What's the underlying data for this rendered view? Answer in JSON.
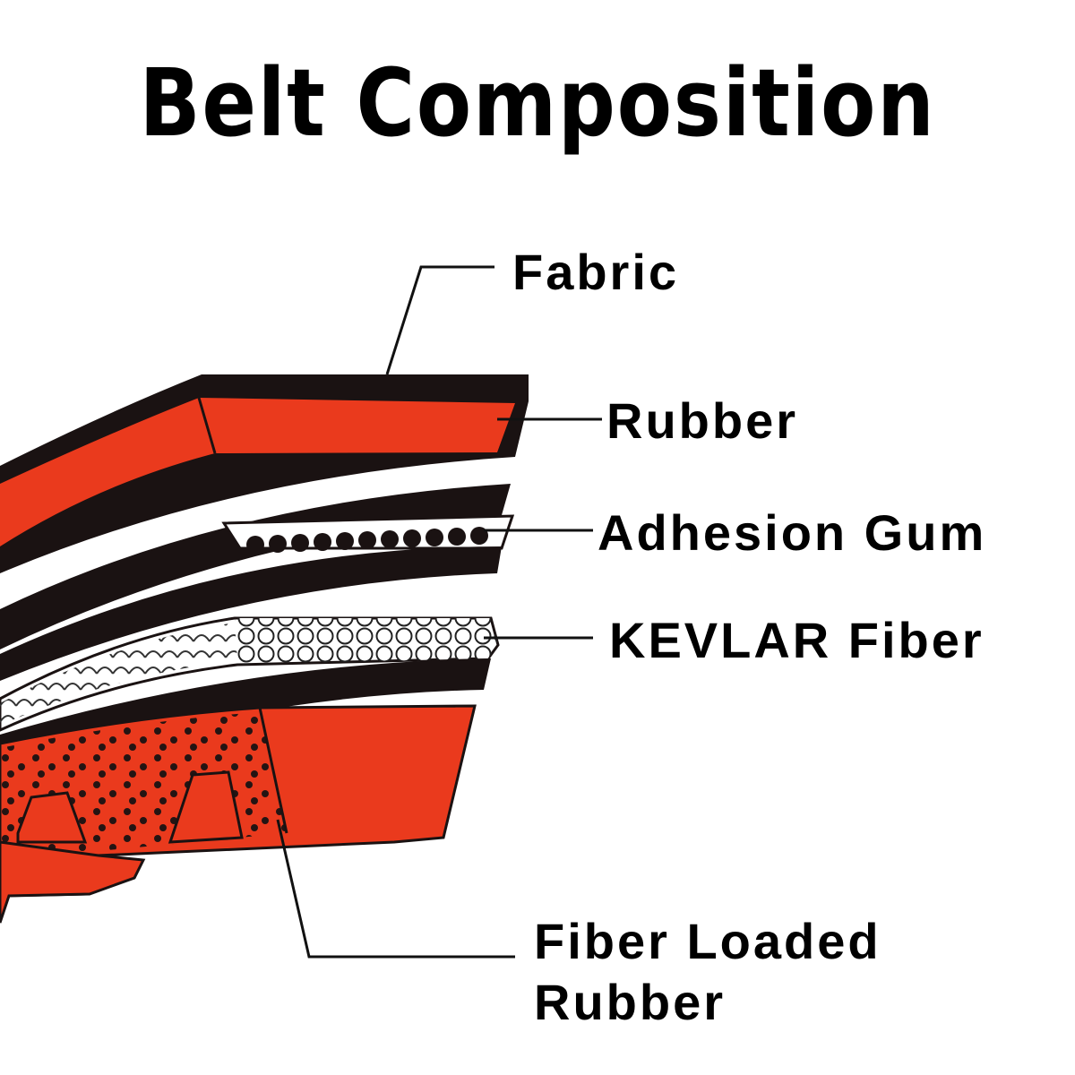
{
  "title": "Belt  Composition",
  "labels": {
    "fabric": "Fabric",
    "rubber": "Rubber",
    "adhesion_gum": "Adhesion Gum",
    "kevlar_fiber": "KEVLAR Fiber",
    "fiber_loaded_rubber_line1": "Fiber Loaded",
    "fiber_loaded_rubber_line2": "Rubber"
  },
  "colors": {
    "red": "#ea3a1d",
    "black": "#1a1212",
    "white": "#ffffff"
  }
}
